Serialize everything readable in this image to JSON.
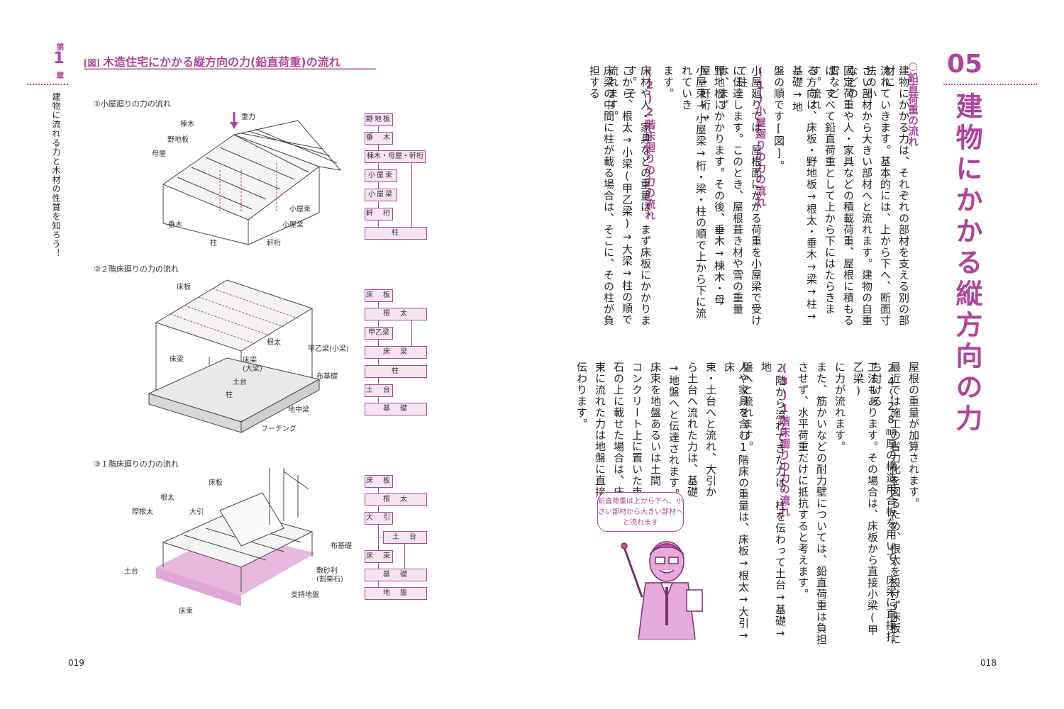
{
  "left_page": {
    "chapter": {
      "top": "第",
      "number": "1",
      "bottom": "章"
    },
    "chapter_subtitle": "建物に流れる力と木材の性質を知ろう！",
    "figure_tag": "[図]",
    "figure_title": "木造住宅にかかる縦方向の力(鉛直荷重)の流れ",
    "sections": [
      {
        "label": "①小屋廻りの力の流れ"
      },
      {
        "label": "②２階床廻りの力の流れ"
      },
      {
        "label": "③１階床廻りの力の流れ"
      }
    ],
    "diagram1_labels": {
      "munagi": "棟木",
      "nojiita": "野地板",
      "moya": "母屋",
      "taruki": "垂木",
      "hashira": "柱",
      "juryoku": "重力",
      "koyazuka": "小屋束",
      "koyabari": "小屋梁",
      "nokigeta": "軒桁"
    },
    "diagram2_labels": {
      "yuka_ita": "床板",
      "neda": "根太",
      "yukabari": "床梁",
      "kootsubari": "甲乙梁(小梁)",
      "yukabari_ohari": "床梁\n(大梁)",
      "dodai": "土台",
      "nunokiso": "布基礎",
      "hashira": "柱",
      "chichuubari": "地中梁",
      "footing": "フーチング"
    },
    "diagram3_labels": {
      "yuka_ita": "床板",
      "neda": "根太",
      "kiwaneda": "際根太",
      "oobiki": "大引",
      "nunokiso": "布基礎",
      "dodai": "土台",
      "shikijari": "敷砂利\n(割栗石)",
      "shiji_jiban": "支持地盤",
      "yukazuka": "床束"
    },
    "flow1": [
      "野地板",
      "垂　木",
      "棟木・母屋・軒桁",
      "小屋束",
      "小屋梁",
      "軒　桁",
      "柱"
    ],
    "flow2": [
      "床　板",
      "根　太",
      "甲乙梁",
      "床　梁",
      "柱",
      "土　台",
      "基　礎"
    ],
    "flow3": [
      "床　板",
      "根　太",
      "大　引",
      "土　台",
      "床　束",
      "基　礎",
      "地　盤"
    ],
    "page_number": "019"
  },
  "right_page": {
    "section_no": "05",
    "title": "建物にかかる縦方向の力",
    "page_number": "018",
    "heading_main": "鉛直荷重の流れ",
    "columns": [
      "建物にかかる力は、それぞれの部材を支える別の部材に",
      "流れていきます。基本的には、上から下へ、断面寸法の小",
      "さい部材から大きい部材へと流れます。建物の自重などの",
      "固定荷重や人・家具などの積載荷重、屋根に積もる雪など",
      "は、すべて鉛直荷重として上から下にはたらきます。流れ",
      "る方向は、床板・野地板→根太・垂木→梁→柱→基礎→地",
      "盤の順です[図]。",
      "(1)小屋廻りの力の流れ",
      "小屋廻りでは、屋根面にかかる荷重を小屋梁で受けて柱",
      "に伝達します。このとき、屋根葺き材や雪の重量は、まず",
      "野地板にかかります。その後、垂木→棟木・母屋・軒桁→",
      "小屋束→小屋梁→桁・梁・柱の順で上から下に流れていき",
      "ます。",
      "(2)2階床廻りの力の流れ",
      "床材や人・家具などの重量は、まず床板にかかります。そ",
      "こから、根太→小梁(甲乙梁)→大梁→柱の順で流れます。",
      "床梁の中間に柱が載る場合は、そこに、その柱が負担する",
      "屋根の重量が加算されます。",
      "最近では施工の省力化を図るため、根太を設けず床板に",
      "24〜28㎜厚の構造用合板を用いて、床梁に直接打ち付ける",
      "工法もあります。その場合は、床板から直接小梁(甲乙梁)",
      "に力が流れます。",
      "また、筋かいなどの耐力壁については、鉛直荷重は負担",
      "させず、水平荷重だけに抵抗すると考えます。",
      "(3)1階床廻りの力の流れ",
      "2階から流れてきた力は、柱を伝わって土台→基礎→地",
      "盤へと流れます。",
      "人や家具を含む1階床の重量は、床板→根太→大引→床",
      "束・土台へと流れ、大引か",
      "ら土台へ流れた力は、基礎",
      "→地盤へと伝達されます。",
      "床束を地盤あるいは土間",
      "コンクリート上に置いた束",
      "石の上に載せた場合は、床",
      "束に流れた力は地盤に直接",
      "伝わります。"
    ],
    "bubble": "鉛直荷重は上から下へ、小さい部材から大きい部材へと流れます"
  },
  "colors": {
    "accent": "#b0449a",
    "box_fill": "#f6e4f1",
    "dots": "#b0449a"
  }
}
